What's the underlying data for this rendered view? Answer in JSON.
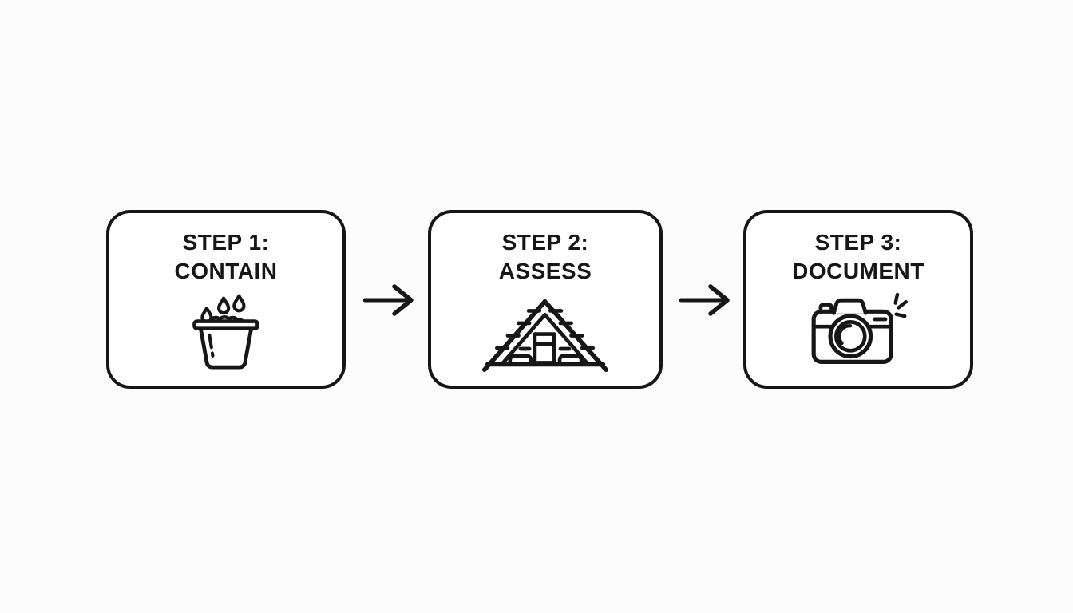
{
  "page": {
    "background_color": "#fcfcfc",
    "card_background_color": "#ffffff",
    "ink_color": "#161616"
  },
  "flow": {
    "steps": [
      {
        "step_number": "1",
        "title_top": "STEP 1:",
        "title_bottom": "CONTAIN",
        "icon": "bucket-catching-drips-icon"
      },
      {
        "step_number": "2",
        "title_top": "STEP 2:",
        "title_bottom": "ASSESS",
        "icon": "roof-attic-icon"
      },
      {
        "step_number": "3",
        "title_top": "STEP 3:",
        "title_bottom": "DOCUMENT",
        "icon": "camera-with-flash-icon"
      }
    ],
    "connectors": [
      {
        "glyph": "arrow-right"
      },
      {
        "glyph": "arrow-right"
      }
    ]
  }
}
